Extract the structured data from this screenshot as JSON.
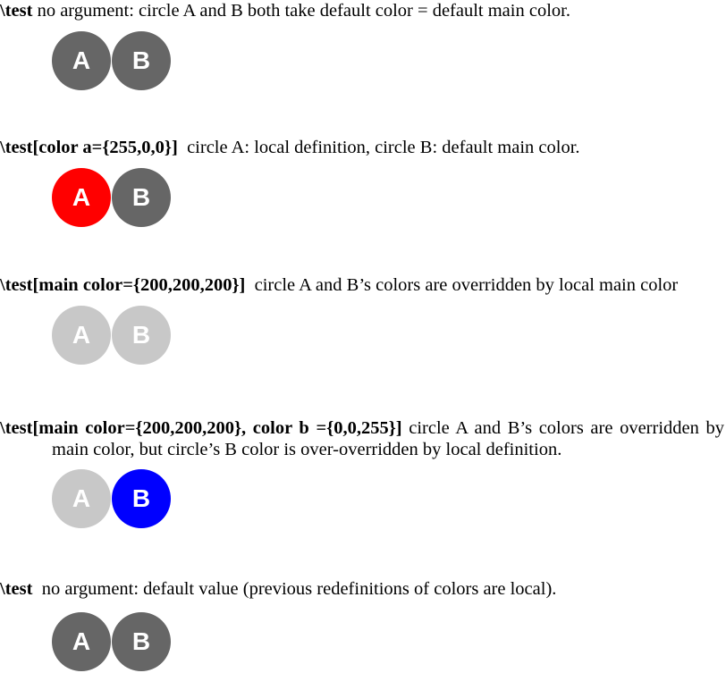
{
  "entries": [
    {
      "command": "\\test",
      "argument": "",
      "description": "no argument:  circle A and B both take default color = default main color.",
      "circle_a": {
        "label": "A",
        "color": "#666666"
      },
      "circle_b": {
        "label": "B",
        "color": "#666666"
      }
    },
    {
      "command": "\\test",
      "argument": "[color a={255,0,0}]",
      "description": "circle A: local definition, circle B: default main color.",
      "circle_a": {
        "label": "A",
        "color": "#ff0000"
      },
      "circle_b": {
        "label": "B",
        "color": "#666666"
      }
    },
    {
      "command": "\\test",
      "argument": "[main color={200,200,200}]",
      "description": "circle A and B’s colors are overridden by local main color",
      "circle_a": {
        "label": "A",
        "color": "#c8c8c8"
      },
      "circle_b": {
        "label": "B",
        "color": "#c8c8c8"
      }
    },
    {
      "command": "\\test",
      "argument": "[main color={200,200,200}, color b ={0,0,255}]",
      "description": "circle A and B’s colors are overridden by main color, but circle’s B color is over-overridden by local definition.",
      "circle_a": {
        "label": "A",
        "color": "#c8c8c8"
      },
      "circle_b": {
        "label": "B",
        "color": "#0000ff"
      }
    },
    {
      "command": "\\test",
      "argument": "",
      "description": "no argument: default value (previous redefinitions of colors are local).",
      "circle_a": {
        "label": "A",
        "color": "#666666"
      },
      "circle_b": {
        "label": "B",
        "color": "#666666"
      }
    }
  ]
}
